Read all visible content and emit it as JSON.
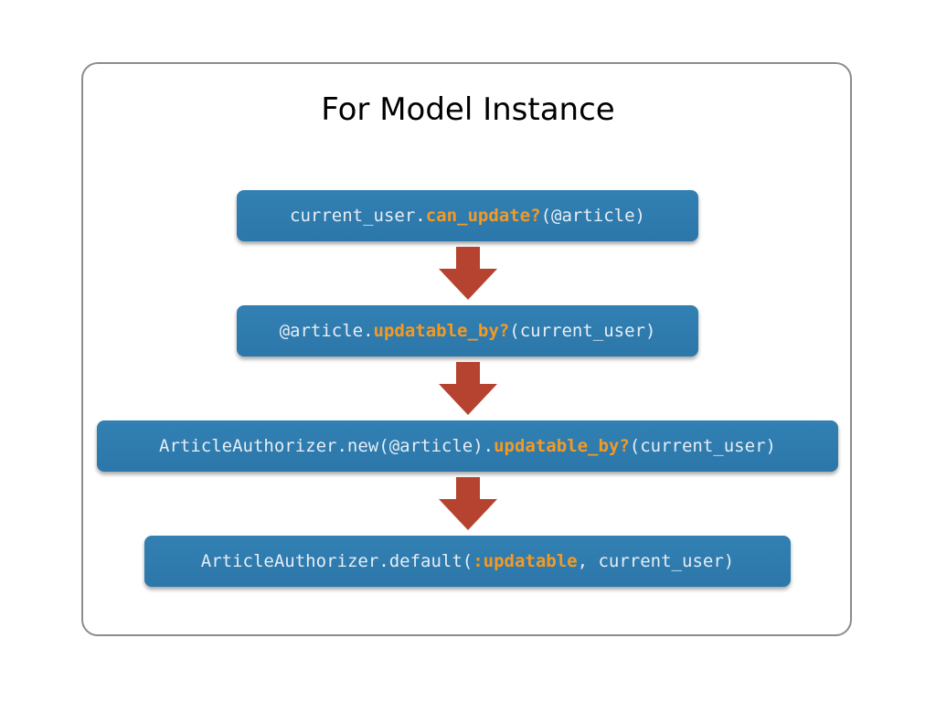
{
  "title": "For Model Instance",
  "steps": [
    {
      "pre": "current_user.",
      "highlight": "can_update?",
      "post": "(@article)"
    },
    {
      "pre": "@article.",
      "highlight": "updatable_by?",
      "post": "(current_user)"
    },
    {
      "pre": "ArticleAuthorizer.new(@article).",
      "highlight": "updatable_by?",
      "post": "(current_user)"
    },
    {
      "pre": "ArticleAuthorizer.default(",
      "highlight": ":updatable",
      "post": ", current_user)"
    }
  ],
  "colors": {
    "box": "#2f7bae",
    "highlight": "#f39a24",
    "arrow": "#b5432f",
    "text": "#e6eef5"
  }
}
